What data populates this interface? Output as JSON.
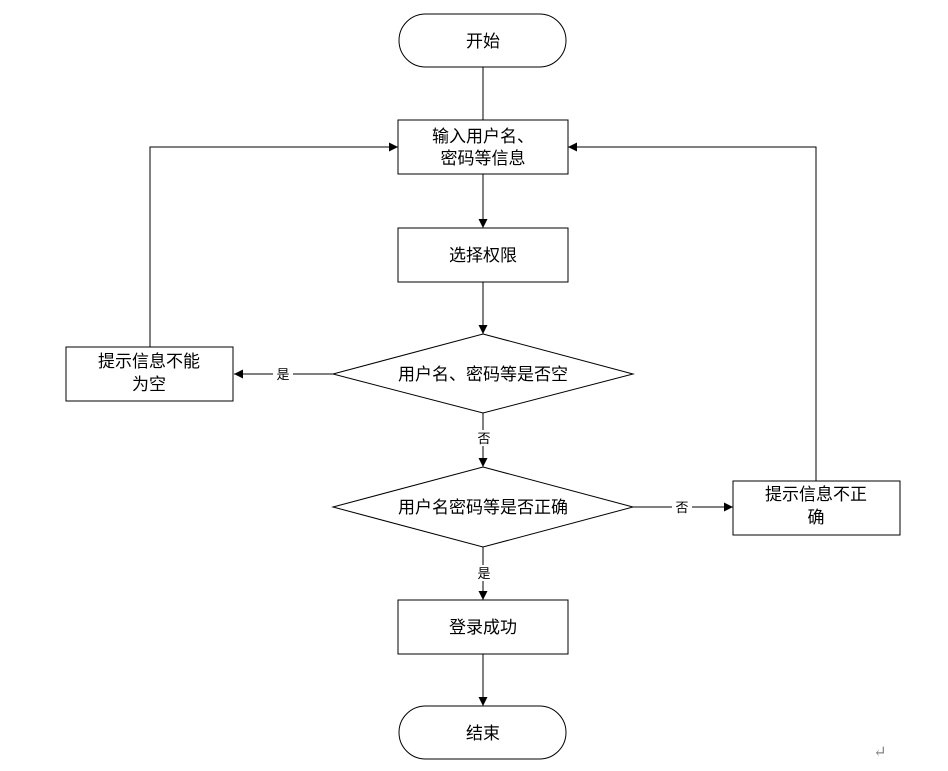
{
  "flowchart": {
    "start": "开始",
    "input_line1": "输入用户名、",
    "input_line2": "密码等信息",
    "select_permission": "选择权限",
    "check_empty": "用户名、密码等是否空",
    "empty_tip_line1": "提示信息不能",
    "empty_tip_line2": "为空",
    "check_correct": "用户名密码等是否正确",
    "wrong_tip_line1": "提示信息不正",
    "wrong_tip_line2": "确",
    "login_success": "登录成功",
    "end": "结束"
  },
  "edge_labels": {
    "empty_yes": "是",
    "empty_no": "否",
    "correct_no": "否",
    "correct_yes": "是"
  },
  "decorations": {
    "return_mark": "↵"
  },
  "colors": {
    "stroke": "#000000",
    "fill": "#ffffff",
    "background": "#ffffff"
  }
}
